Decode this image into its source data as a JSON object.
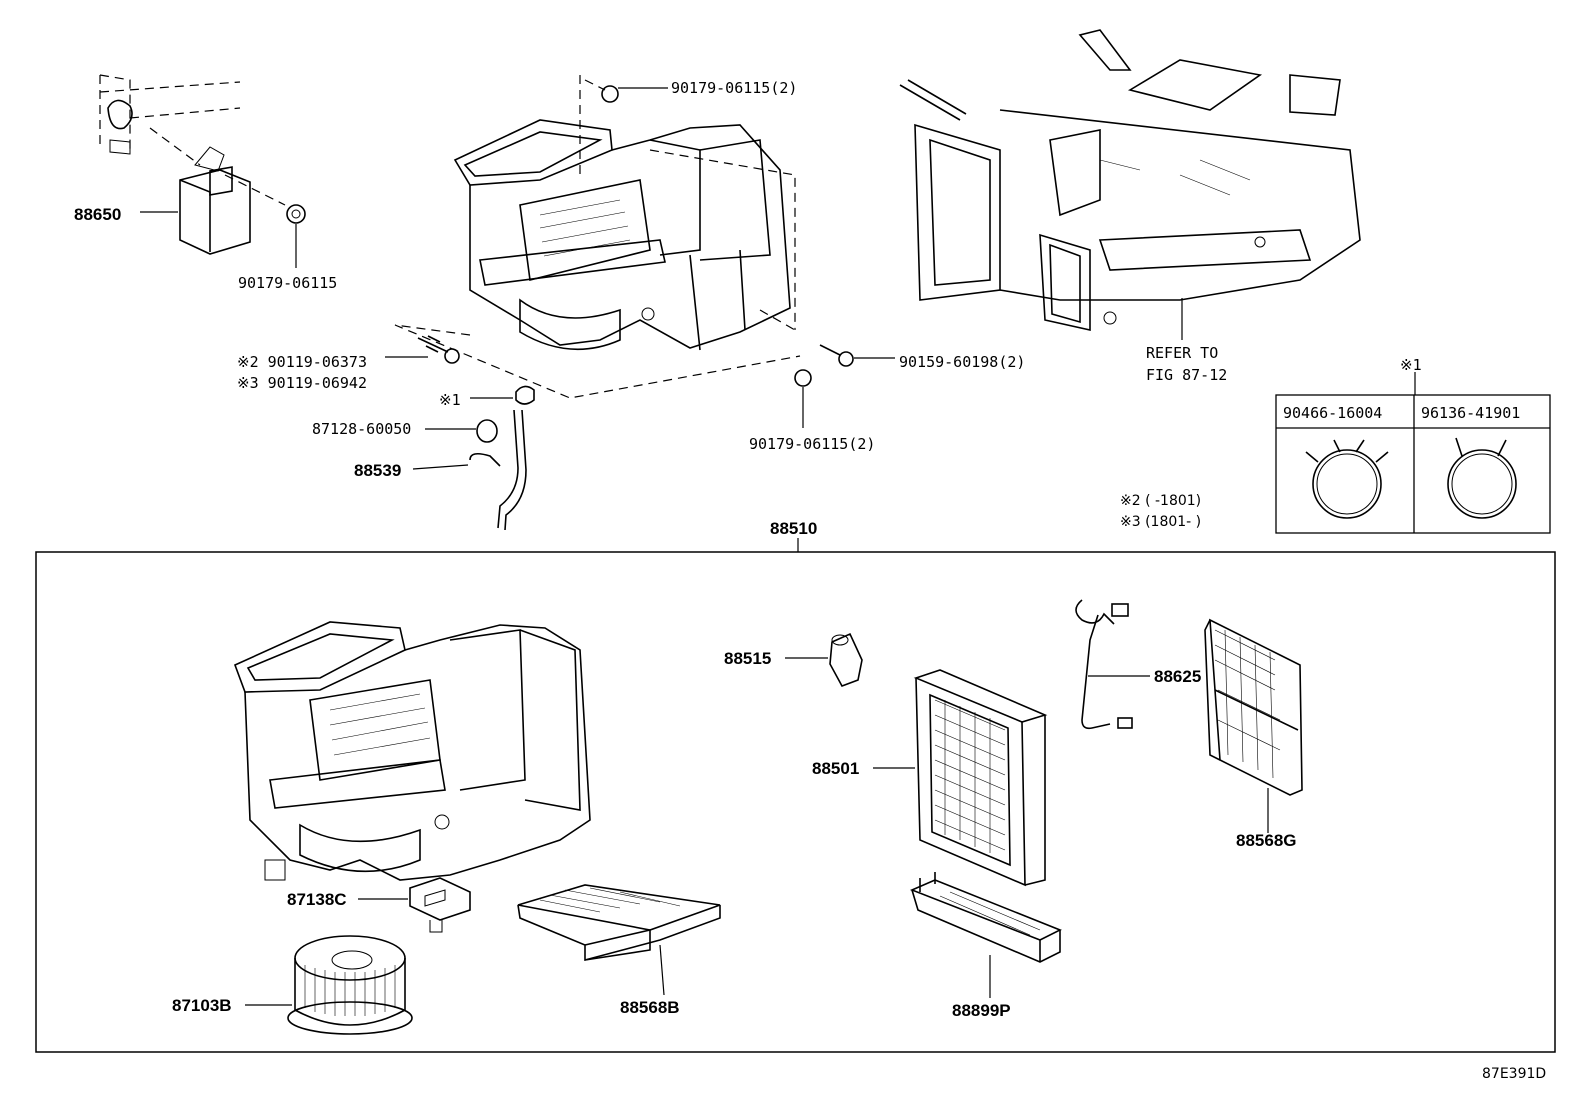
{
  "diagram_id": "87E391D",
  "group_label": "88510",
  "parts": {
    "p88650": "88650",
    "p90179_top": "90179-06115(2)",
    "p90179_left": "90179-06115",
    "p90119_a": "※2 90119-06373",
    "p90119_b": "※3 90119-06942",
    "mark1_left": "※1",
    "p87128": "87128-60050",
    "p88539": "88539",
    "p90179_bottom": "90179-06115(2)",
    "p90159": "90159-60198(2)",
    "refer_line1": "REFER TO",
    "refer_line2": "FIG 87-12",
    "p88515": "88515",
    "p88625": "88625",
    "p88501": "88501",
    "p88568G": "88568G",
    "p87138C": "87138C",
    "p87103B": "87103B",
    "p88568B": "88568B",
    "p88899P": "88899P"
  },
  "notes": {
    "n2": "※2 (     -1801)",
    "n3": "※3 (1801-     )"
  },
  "clip_table": {
    "mark": "※1",
    "col1": "90466-16004",
    "col2": "96136-41901"
  }
}
